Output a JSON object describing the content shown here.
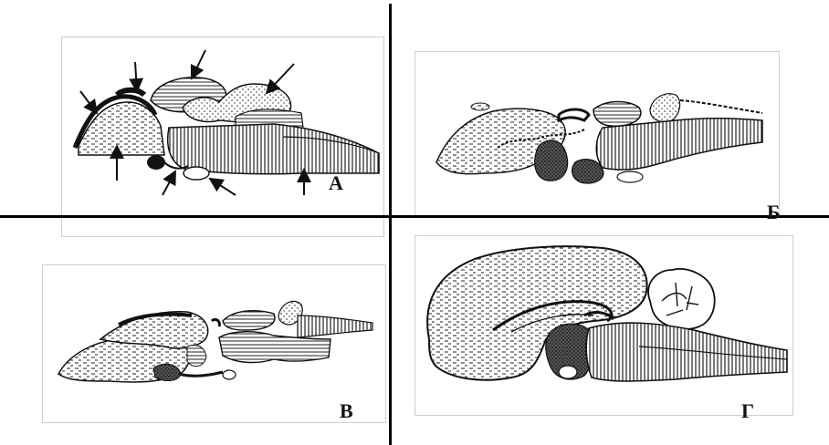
{
  "figure": {
    "panels": [
      {
        "id": "A",
        "label": "А"
      },
      {
        "id": "B",
        "label": "Б"
      },
      {
        "id": "V",
        "label": "В"
      },
      {
        "id": "G",
        "label": "Г"
      }
    ]
  },
  "colors": {
    "ink": "#111111",
    "divider": "#000000",
    "panel_border": "#cfcfcf"
  }
}
